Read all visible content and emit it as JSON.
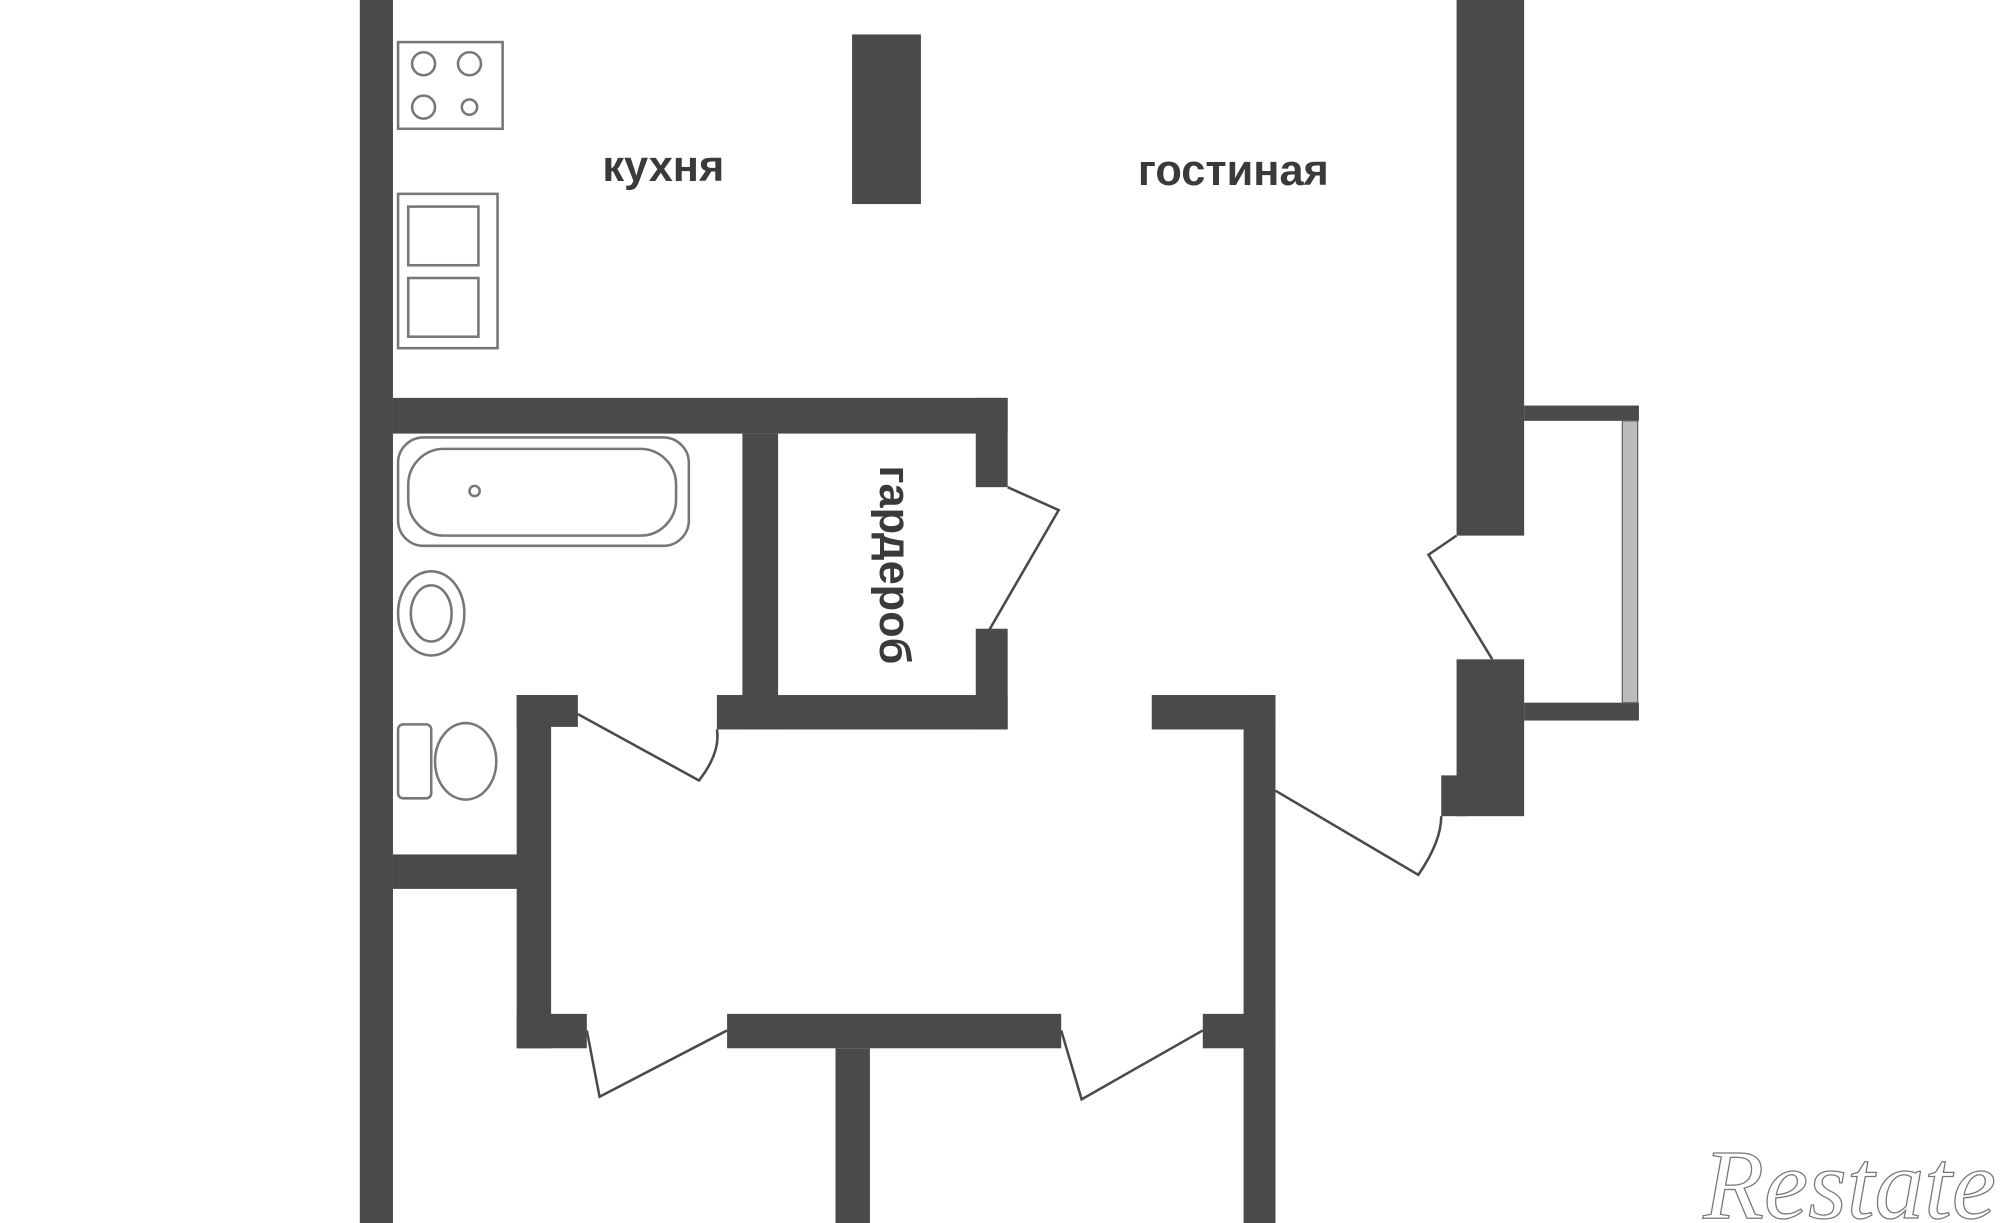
{
  "rooms": {
    "kitchen": "кухня",
    "living_room": "гостиная",
    "wardrobe": "гардероб"
  },
  "watermark": "Restate",
  "colors": {
    "wall": "#4a4a4a",
    "fixture_line": "#888888",
    "background": "#ffffff"
  }
}
